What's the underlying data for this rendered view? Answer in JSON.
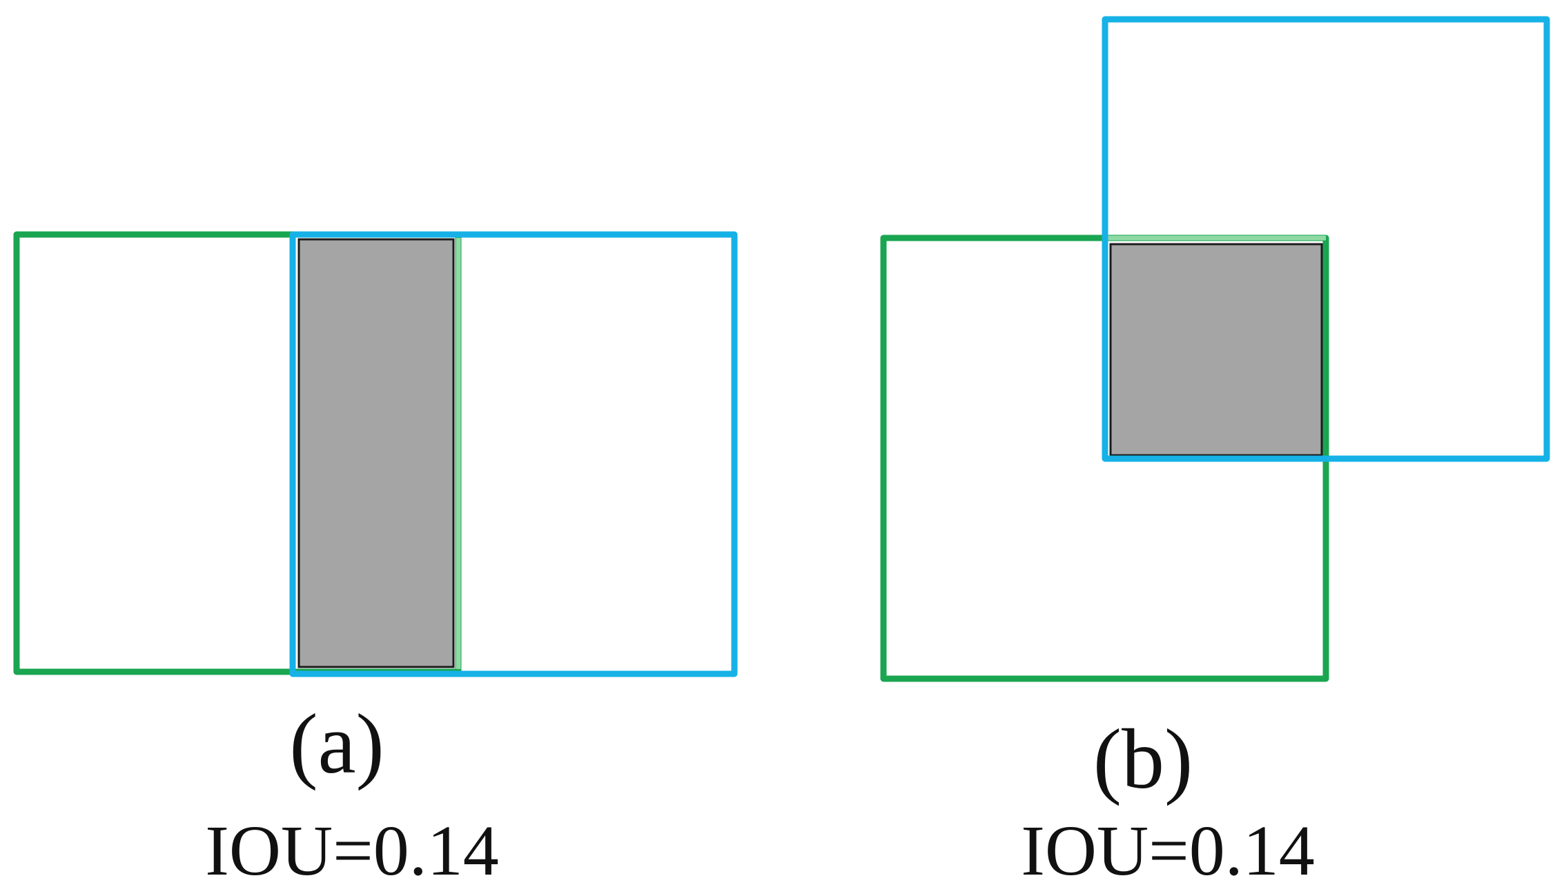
{
  "panels": [
    {
      "label": "(a)",
      "iou_text": "IOU=0.14",
      "box_colors": {
        "box_1": "#1aa551",
        "box_2": "#16b1e6",
        "intersection": "#a5a5a5"
      }
    },
    {
      "label": "(b)",
      "iou_text": "IOU=0.14",
      "box_colors": {
        "box_1": "#1aa551",
        "box_2": "#16b1e6",
        "intersection": "#a5a5a5"
      }
    }
  ]
}
